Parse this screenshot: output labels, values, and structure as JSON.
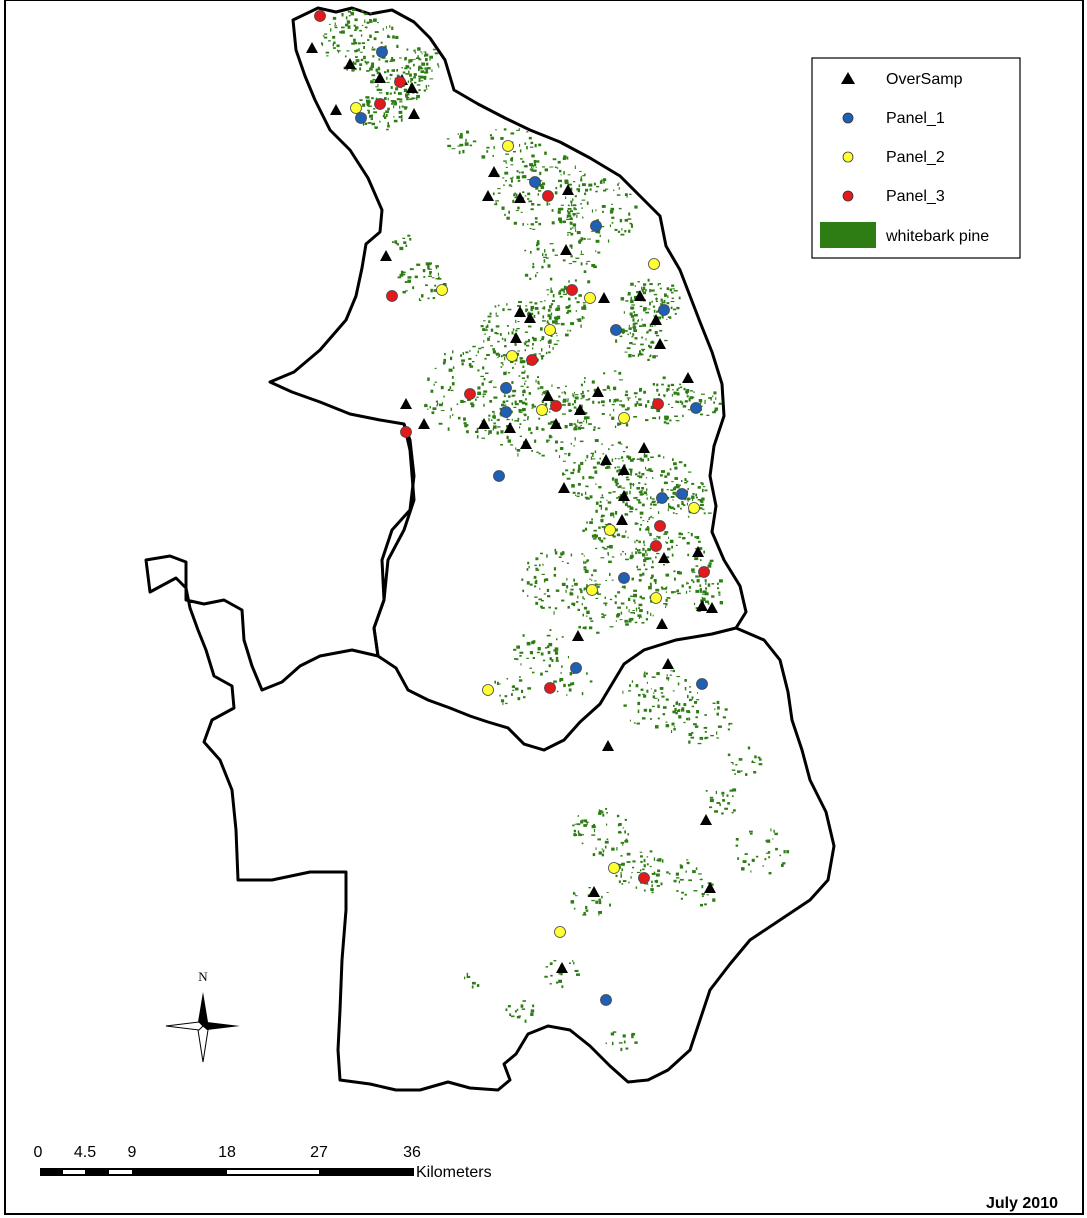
{
  "colors": {
    "veg": "#2e7d14",
    "oversamp": "#000000",
    "panel_1": "#1f5fb4",
    "panel_2": "#ffff33",
    "panel_3": "#e31a1c",
    "boundary": "#000000"
  },
  "legend": {
    "items": [
      {
        "label": "OverSamp",
        "symbol": "triangle",
        "color": "#000000"
      },
      {
        "label": "Panel_1",
        "symbol": "circle",
        "color": "#1f5fb4"
      },
      {
        "label": "Panel_2",
        "symbol": "circle",
        "color": "#ffff33"
      },
      {
        "label": "Panel_3",
        "symbol": "circle",
        "color": "#e31a1c"
      },
      {
        "label": "whitebark pine",
        "symbol": "patch",
        "color": "#2e7d14"
      }
    ]
  },
  "scale_bar": {
    "ticks": [
      "0",
      "4.5",
      "9",
      "18",
      "27",
      "36"
    ],
    "unit": "Kilometers"
  },
  "north_arrow": {
    "label": "N"
  },
  "date_label": "July 2010"
}
